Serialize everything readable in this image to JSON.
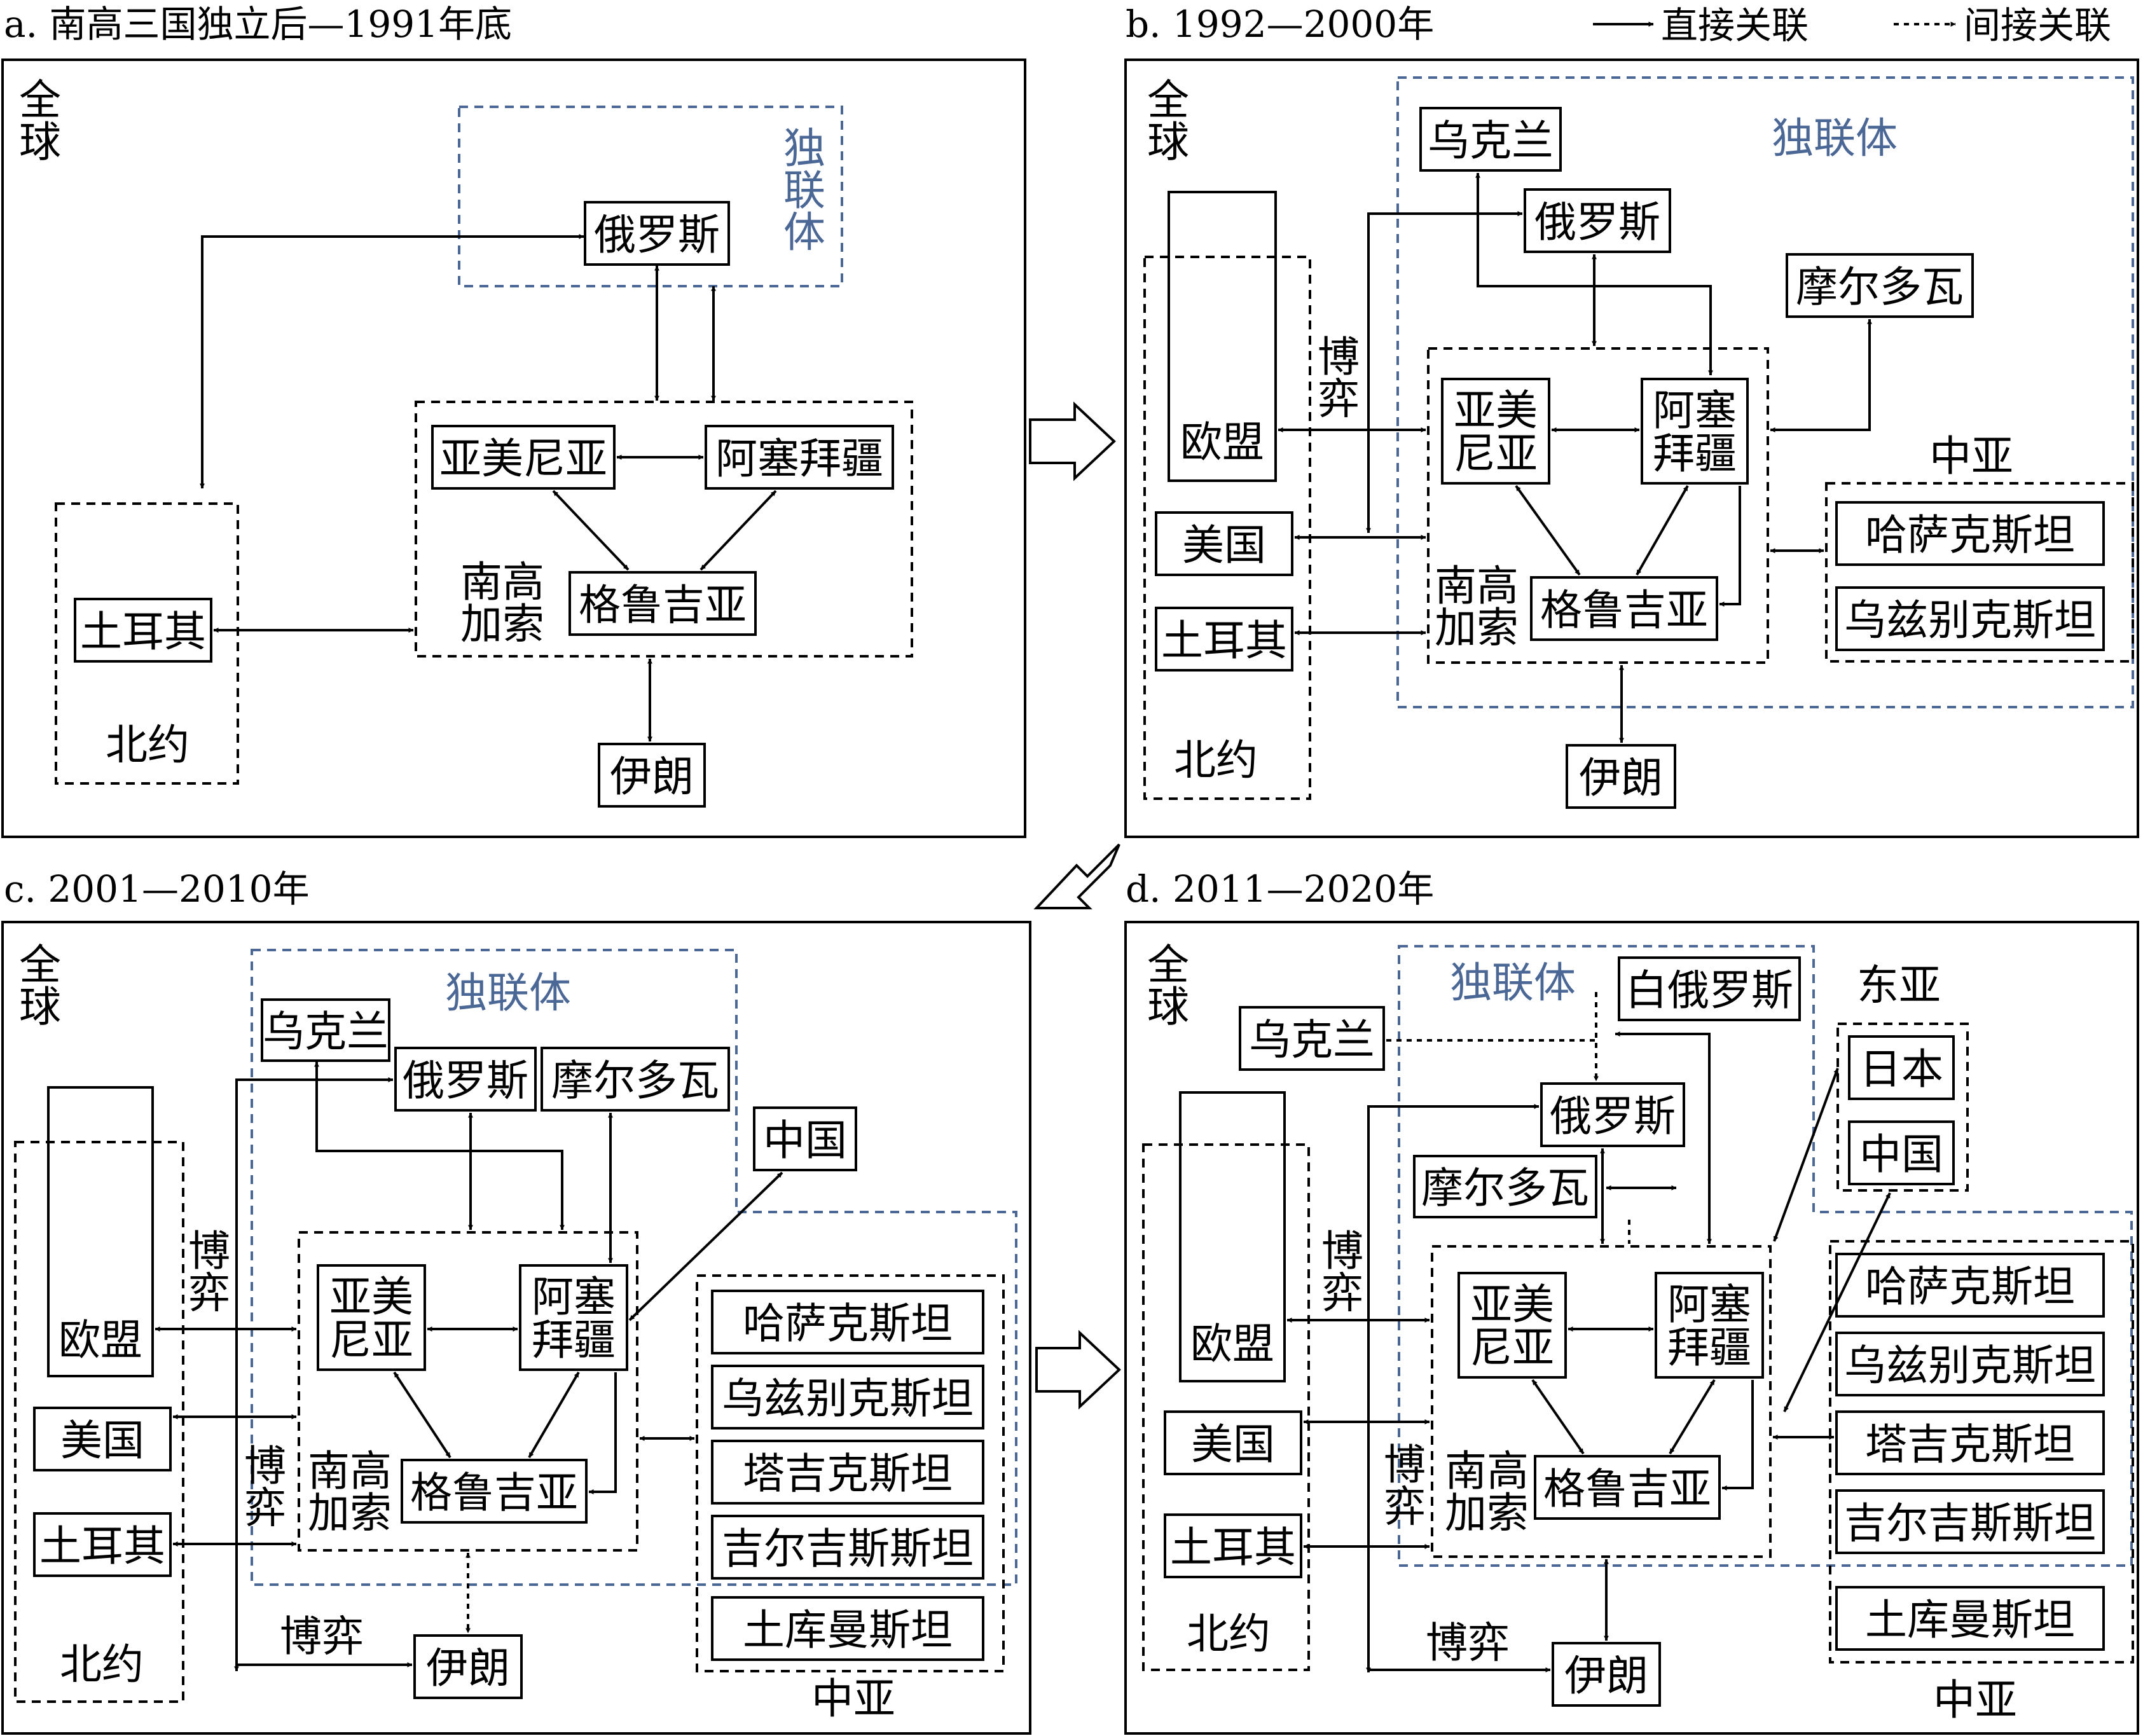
{
  "legend": {
    "direct": "直接关联",
    "indirect": "间接关联"
  },
  "panels": {
    "a": {
      "caption": "a. 南高三国独立后—1991年底",
      "global": [
        "全",
        "球"
      ],
      "cis": [
        "独",
        "联",
        "体"
      ],
      "nato": "北约",
      "sc": [
        "南高",
        "加索"
      ],
      "russia": "俄罗斯",
      "armenia": "亚美尼亚",
      "azerbaijan": "阿塞拜疆",
      "georgia": "格鲁吉亚",
      "turkey": "土耳其",
      "iran": "伊朗"
    },
    "b": {
      "caption": "b. 1992—2000年",
      "global": [
        "全",
        "球"
      ],
      "cis": "独联体",
      "nato": "北约",
      "ca": "中亚",
      "game": [
        "博",
        "弈"
      ],
      "sc": [
        "南高",
        "加索"
      ],
      "ukraine": "乌克兰",
      "russia": "俄罗斯",
      "moldova": "摩尔多瓦",
      "eu": "欧盟",
      "us": "美国",
      "turkey": "土耳其",
      "armenia": [
        "亚美",
        "尼亚"
      ],
      "azerbaijan": [
        "阿塞",
        "拜疆"
      ],
      "georgia": "格鲁吉亚",
      "kazakhstan": "哈萨克斯坦",
      "uzbekistan": "乌兹别克斯坦",
      "iran": "伊朗"
    },
    "c": {
      "caption": "c. 2001—2010年",
      "global": [
        "全",
        "球"
      ],
      "cis": "独联体",
      "nato": "北约",
      "ca": "中亚",
      "game1": [
        "博",
        "弈"
      ],
      "game2": [
        "博",
        "弈"
      ],
      "game3": "博弈",
      "sc": [
        "南高",
        "加索"
      ],
      "ukraine": "乌克兰",
      "russia": "俄罗斯",
      "moldova": "摩尔多瓦",
      "china": "中国",
      "eu": "欧盟",
      "us": "美国",
      "turkey": "土耳其",
      "armenia": [
        "亚美",
        "尼亚"
      ],
      "azerbaijan": [
        "阿塞",
        "拜疆"
      ],
      "georgia": "格鲁吉亚",
      "kazakhstan": "哈萨克斯坦",
      "uzbekistan": "乌兹别克斯坦",
      "tajikistan": "塔吉克斯坦",
      "kyrgyzstan": "吉尔吉斯斯坦",
      "turkmenistan": "土库曼斯坦",
      "iran": "伊朗"
    },
    "d": {
      "caption": "d. 2011—2020年",
      "global": [
        "全",
        "球"
      ],
      "cis": "独联体",
      "nato": "北约",
      "ca": "中亚",
      "ea": "东亚",
      "game1": [
        "博",
        "弈"
      ],
      "game2": [
        "博",
        "弈"
      ],
      "game3": "博弈",
      "sc": [
        "南高",
        "加索"
      ],
      "belarus": "白俄罗斯",
      "ukraine": "乌克兰",
      "russia": "俄罗斯",
      "moldova": "摩尔多瓦",
      "japan": "日本",
      "china": "中国",
      "eu": "欧盟",
      "us": "美国",
      "turkey": "土耳其",
      "armenia": [
        "亚美",
        "尼亚"
      ],
      "azerbaijan": [
        "阿塞",
        "拜疆"
      ],
      "georgia": "格鲁吉亚",
      "kazakhstan": "哈萨克斯坦",
      "uzbekistan": "乌兹别克斯坦",
      "tajikistan": "塔吉克斯坦",
      "kyrgyzstan": "吉尔吉斯斯坦",
      "turkmenistan": "土库曼斯坦",
      "iran": "伊朗"
    }
  }
}
